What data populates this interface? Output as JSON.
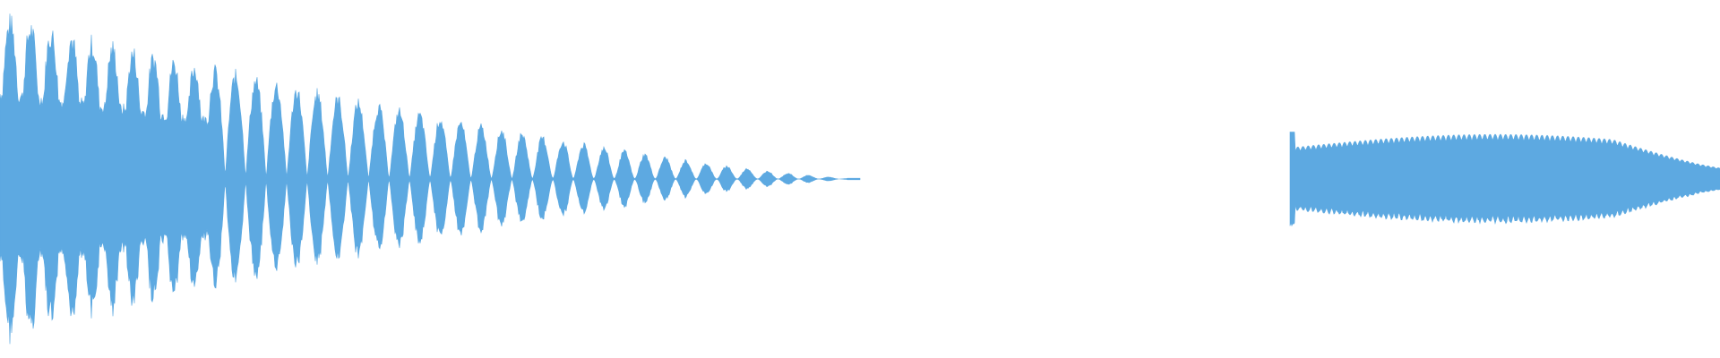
{
  "waveform": {
    "color": "#5DA9E1",
    "background": "#ffffff",
    "segments": [
      {
        "name": "segment-1",
        "start_fraction": 0.0,
        "end_fraction": 0.5,
        "shape": "decaying-pulses",
        "peak_level": 0.95,
        "pulses": 42
      },
      {
        "name": "segment-2",
        "start_fraction": 0.75,
        "end_fraction": 1.0,
        "shape": "sustained-tone",
        "peak_level": 0.25
      }
    ]
  }
}
